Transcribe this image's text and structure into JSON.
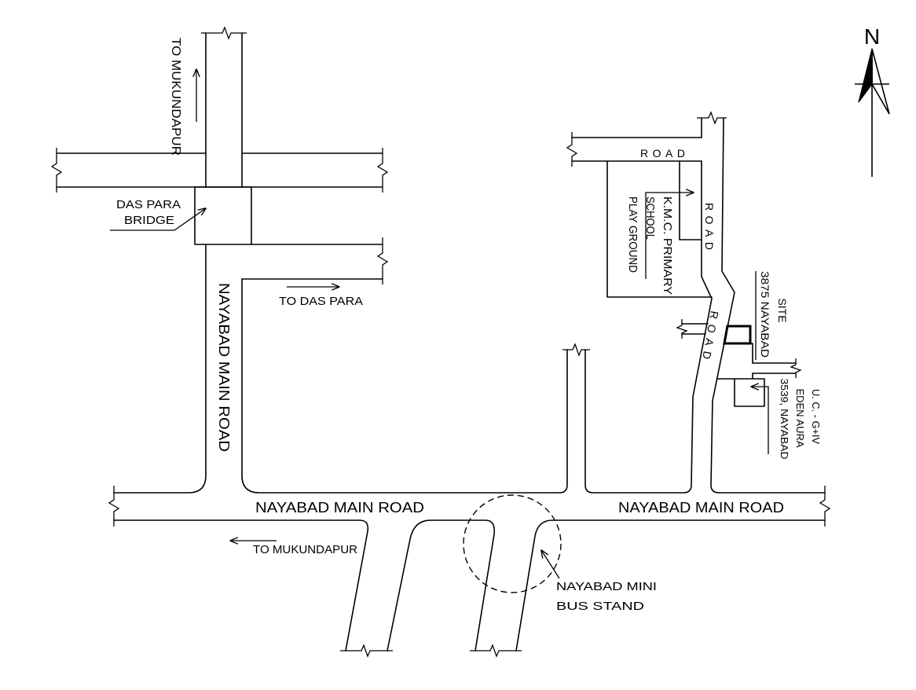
{
  "north_label": "N",
  "labels": {
    "to_mukundapur_north": "TO MUKUNDAPUR",
    "das_para_bridge": [
      "DAS PARA",
      "BRIDGE"
    ],
    "to_das_para": "TO DAS PARA",
    "nayabad_main_road_vertical": "NAYABAD MAIN ROAD",
    "nayabad_main_road_west": "NAYABAD MAIN ROAD",
    "nayabad_main_road_east": "NAYABAD MAIN ROAD",
    "to_mukundapur_west": "TO MUKUNDAPUR",
    "bus_stand": [
      "NAYABAD MINI",
      "BUS STAND"
    ],
    "road_top": "ROAD",
    "road_vertical": "ROAD",
    "road_diagonal": "ROAD",
    "school": [
      "K.M.C. PRIMARY",
      "SCHOOL",
      "PLAY GROUND"
    ],
    "site": [
      "SITE",
      "3875 NAYABAD"
    ],
    "eden_aura": [
      "U. C. - G+IV",
      "EDEN AURA",
      "3539, NAYABAD"
    ]
  },
  "colors": {
    "line": "#000000",
    "background": "#ffffff"
  }
}
